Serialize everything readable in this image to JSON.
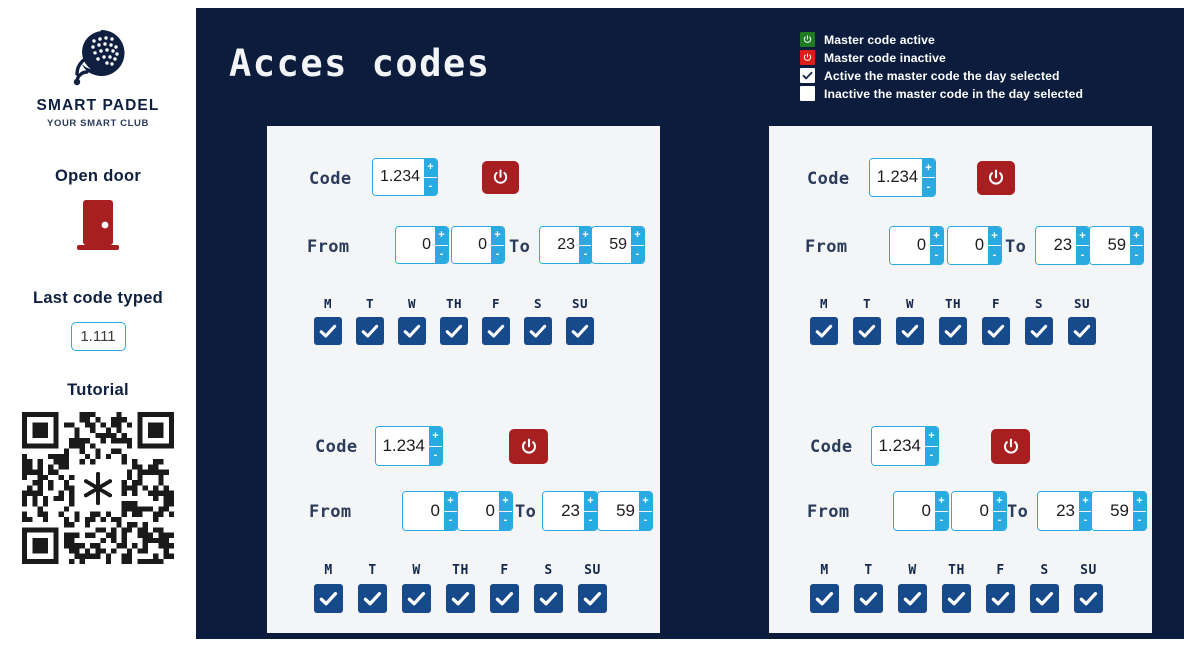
{
  "sidebar": {
    "brand": {
      "name": "SMART PADEL",
      "tagline": "YOUR SMART CLUB",
      "logo_icon": "padel-wifi-logo-icon"
    },
    "open_door": {
      "heading": "Open door",
      "icon": "door-icon"
    },
    "last_code": {
      "heading": "Last code typed",
      "value": "1.111"
    },
    "tutorial": {
      "heading": "Tutorial",
      "icon": "qr-code-icon"
    }
  },
  "header": {
    "title": "Acces codes"
  },
  "legend": {
    "items": [
      {
        "icon": "power-icon-green",
        "swatch": "green",
        "label": "Master code active"
      },
      {
        "icon": "power-icon-red",
        "swatch": "red",
        "label": "Master code inactive"
      },
      {
        "icon": "checkbox-checked-icon",
        "swatch": "check",
        "label": "Active the master code the day selected"
      },
      {
        "icon": "checkbox-empty-icon",
        "swatch": "empty",
        "label": "Inactive the master code in the day selected"
      }
    ]
  },
  "labels": {
    "code": "Code",
    "from": "From",
    "to": "To",
    "spin_plus": "+",
    "spin_minus": "-",
    "power_icon": "power-icon"
  },
  "day_labels": [
    "M",
    "T",
    "W",
    "TH",
    "F",
    "S",
    "SU"
  ],
  "colors": {
    "panel_navy": "#0b1c3d",
    "card_bg": "#f4f5f6",
    "accent_blue": "#29abe2",
    "checkbox_blue": "#174a8b",
    "power_red": "#a81f22",
    "legend_green": "#1f7a24",
    "legend_red": "#e01b1b",
    "text_navy": "#2b3b5c"
  },
  "blocks": [
    {
      "id": "left-top",
      "code": "1.234",
      "from_hour": "0",
      "from_minute": "0",
      "to_hour": "23",
      "to_minute": "59",
      "days_checked": [
        true,
        true,
        true,
        true,
        true,
        true,
        true
      ]
    },
    {
      "id": "left-bottom",
      "code": "1.234",
      "from_hour": "0",
      "from_minute": "0",
      "to_hour": "23",
      "to_minute": "59",
      "days_checked": [
        true,
        true,
        true,
        true,
        true,
        true,
        true
      ]
    },
    {
      "id": "right-top",
      "code": "1.234",
      "from_hour": "0",
      "from_minute": "0",
      "to_hour": "23",
      "to_minute": "59",
      "days_checked": [
        true,
        true,
        true,
        true,
        true,
        true,
        true
      ]
    },
    {
      "id": "right-bottom",
      "code": "1.234",
      "from_hour": "0",
      "from_minute": "0",
      "to_hour": "23",
      "to_minute": "59",
      "days_checked": [
        true,
        true,
        true,
        true,
        true,
        true,
        true
      ]
    }
  ]
}
